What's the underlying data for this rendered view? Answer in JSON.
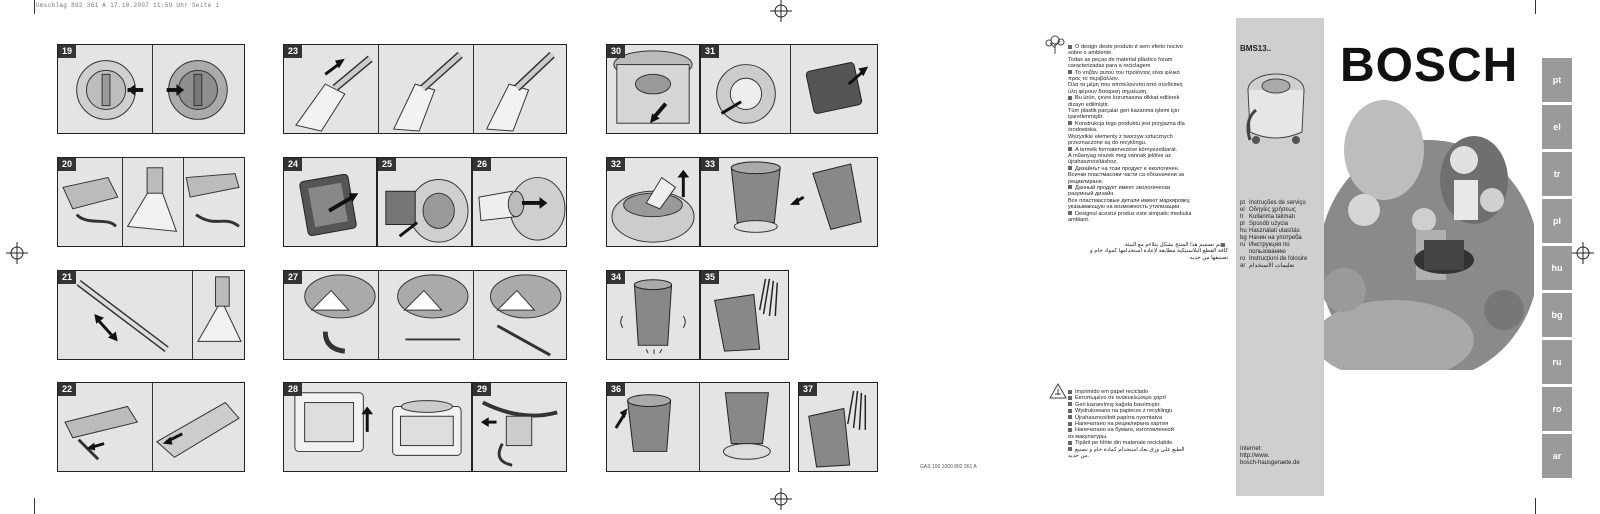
{
  "header": {
    "print_info": "Umschlag 892 361 A   17.10.2007   11:59 Uhr   Seite 1"
  },
  "footer": {
    "part_code": "GAS 100 1000 892 361 A"
  },
  "steps": [
    {
      "n": "19"
    },
    {
      "n": "20"
    },
    {
      "n": "21"
    },
    {
      "n": "22"
    },
    {
      "n": "23"
    },
    {
      "n": "24"
    },
    {
      "n": "25"
    },
    {
      "n": "26"
    },
    {
      "n": "27"
    },
    {
      "n": "28"
    },
    {
      "n": "29"
    },
    {
      "n": "30"
    },
    {
      "n": "31"
    },
    {
      "n": "32"
    },
    {
      "n": "33"
    },
    {
      "n": "34"
    },
    {
      "n": "35"
    },
    {
      "n": "36"
    },
    {
      "n": "37"
    }
  ],
  "eco_design_text": [
    "O design deste produto é sem efeito nocivo",
    "sobre o ambiente.",
    "Todas as peças de material plástico foram",
    "caracterizadas para a reciclagem",
    "Το ντιζάιν αυτού του προϊόντος είναι φιλικό",
    "προς το περιβάλλον.",
    "Όλα τα μέρη που αποτελούνται από συνθετική",
    "ύλη φέρουν δεκαρική σημείωση.",
    "Bu ürün, çevre korumasına dikkat edilerek",
    "dizayn edilmiştir.",
    "Tüm plastik parçalar geri kazanma işlemi için",
    "işaretlenmiştir.",
    "Konstrukcja tego produktu jest przyjazna dla",
    "środowiska.",
    "Wszystkie elementy z tworzyw sztucznych",
    "przeznaczone są do recyklingu.",
    "A termék formatervezése környezetbarát.",
    "A műanyag részek meg vannak jelölve az",
    "újrahasznosításhoz.",
    "Дизайнът на този продукт е екологичен.",
    "Всички пластмасови части са обозначени за",
    "рециклиране.",
    "Данный продукт имеет экологически",
    "разумный дизайн.",
    "Все пластмассовые детали имеют маркировку,",
    "указывающую на возможность утилизации.",
    "Designul acestui produs este simpatic mediului",
    "ambiant."
  ],
  "eco_design_arabic": [
    "تم تصميم هذا المنتج بشكل يتلاءم مع البيئة.",
    "كافة القطع البلاستيكية مطابقة لإعادة استخدامها كمواد خام و",
    "تصنيفها من جديد."
  ],
  "recycled_paper_text": [
    "Imprimido em papel reciclado",
    "Εκτυπωμένο σε ανακυκλώσιμο χαρτί",
    "Geri kazanılmış kağıda basılmıştır.",
    "Wydrukowano na papierze z recyklingu",
    "Újrahasznosított papírra nyomtatva",
    "Напечатано на рециклирана хартия",
    "Напечатано на бумаге, изготовленной",
    "из макулатуры.",
    "Tipărit pe hîrtie din materiale reciclabile.",
    "الطبع على ورق يعاد استخدام كمادة خام و تصنيع",
    "من جديد."
  ],
  "cover": {
    "brand": "BOSCH",
    "model": "BMS13..",
    "languages": [
      {
        "code": "pt",
        "label": "Instruções de serviço"
      },
      {
        "code": "el",
        "label": "Οδηγίες χρήσεως"
      },
      {
        "code": "tr",
        "label": "Kullanma talimatı"
      },
      {
        "code": "pl",
        "label": "Sposób użycia"
      },
      {
        "code": "hu",
        "label": "Használati utasítás"
      },
      {
        "code": "bg",
        "label": "Начин на употреба"
      },
      {
        "code": "ru",
        "label": "Инструкция по"
      },
      {
        "code": "",
        "label": "пользованию"
      },
      {
        "code": "ro",
        "label": "Instrucțiuni de folosire"
      },
      {
        "code": "ar",
        "label": "تعليمات الاستخدام"
      }
    ],
    "internet_label": "Internet:",
    "internet_url_1": "http://www.",
    "internet_url_2": "bosch-hausgeraete.de",
    "tabs": [
      "pt",
      "el",
      "tr",
      "pl",
      "hu",
      "bg",
      "ru",
      "ro",
      "ar"
    ]
  }
}
